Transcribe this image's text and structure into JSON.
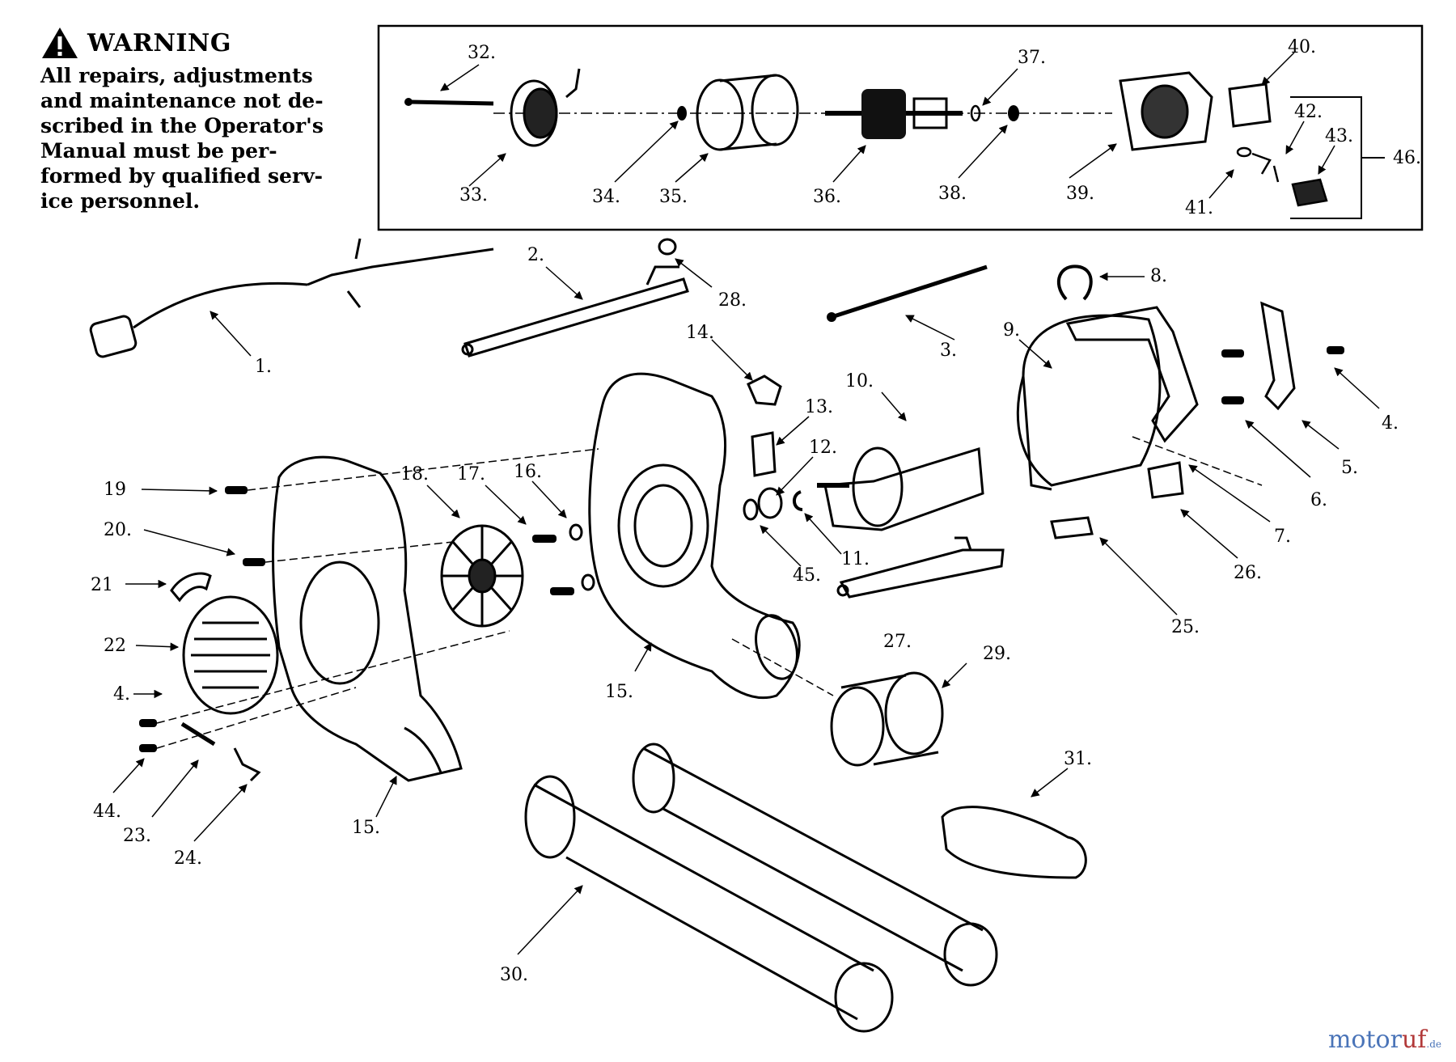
{
  "warning": {
    "icon": "warning-triangle-icon",
    "title": "WARNING",
    "lines": [
      "All repairs, adjustments",
      "and maintenance not de-",
      "scribed in the Operator's",
      "Manual must be per-",
      "formed by qualified serv-",
      "ice personnel."
    ]
  },
  "watermark": {
    "part1": "motor",
    "part2": "uf",
    "part3": ".de"
  },
  "labels": {
    "p1": "1.",
    "p2": "2.",
    "p3": "3.",
    "p4a": "4.",
    "p4b": "4.",
    "p5": "5.",
    "p6": "6.",
    "p7": "7.",
    "p8": "8.",
    "p9": "9.",
    "p10": "10.",
    "p11": "11.",
    "p12": "12.",
    "p13": "13.",
    "p14": "14.",
    "p15a": "15.",
    "p15b": "15.",
    "p16": "16.",
    "p17": "17.",
    "p18": "18.",
    "p19": "19",
    "p20": "20.",
    "p21": "21",
    "p22": "22",
    "p23": "23.",
    "p24": "24.",
    "p25": "25.",
    "p26": "26.",
    "p27": "27.",
    "p28": "28.",
    "p29": "29.",
    "p30": "30.",
    "p31": "31.",
    "p32": "32.",
    "p33": "33.",
    "p34": "34.",
    "p35": "35.",
    "p36": "36.",
    "p37": "37.",
    "p38": "38.",
    "p39": "39.",
    "p40": "40.",
    "p41": "41.",
    "p42": "42.",
    "p43": "43.",
    "p44": "44.",
    "p45": "45.",
    "p46": "46."
  }
}
